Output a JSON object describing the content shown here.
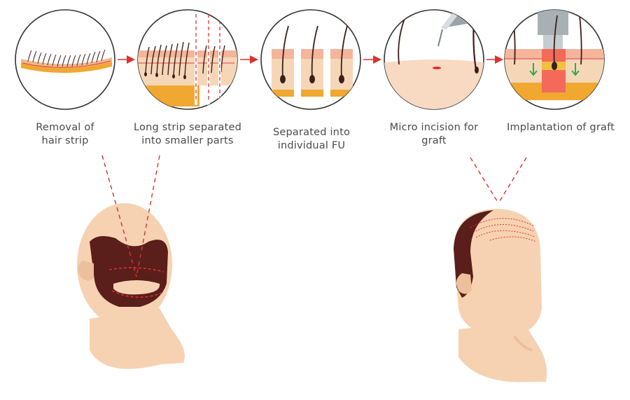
{
  "steps": [
    {
      "line1": "Removal of",
      "line2": "hair strip",
      "icon": "hair-strip-removal"
    },
    {
      "line1": "Long strip separated",
      "line2": "into smaller parts",
      "icon": "strip-sectioning"
    },
    {
      "line1": "Separated into",
      "line2": "individual FU",
      "icon": "follicular-units"
    },
    {
      "line1": "Micro incision for",
      "line2": "graft",
      "icon": "micro-incision"
    },
    {
      "line1": "Implantation of graft",
      "line2": "",
      "icon": "graft-implant"
    }
  ],
  "colors": {
    "arrow": "#e03030",
    "guide": "#d93030",
    "skin": "#f6d2b2",
    "hair": "#5a1f1a",
    "fat": "#f0a830"
  }
}
